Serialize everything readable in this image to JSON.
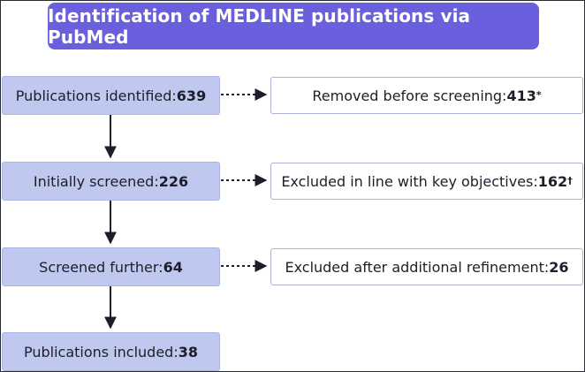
{
  "title": "Identification of MEDLINE publications via PubMed",
  "stages": [
    {
      "label": "Publications identified: ",
      "count": "639"
    },
    {
      "label": "Initially screened: ",
      "count": "226"
    },
    {
      "label": "Screened further: ",
      "count": "64"
    },
    {
      "label": "Publications included: ",
      "count": "38"
    }
  ],
  "exclusions": [
    {
      "label": "Removed before screening: ",
      "count": "413",
      "mark": "*"
    },
    {
      "label": "Excluded in line with key objectives: ",
      "count": "162",
      "mark": "†"
    },
    {
      "label": "Excluded after additional refinement: ",
      "count": "26",
      "mark": ""
    }
  ],
  "colors": {
    "title_bg": "#6a5fdc",
    "stage_bg": "#bfc8ee",
    "exclusion_border": "#a9b1d8",
    "arrow": "#1e1e2a"
  }
}
